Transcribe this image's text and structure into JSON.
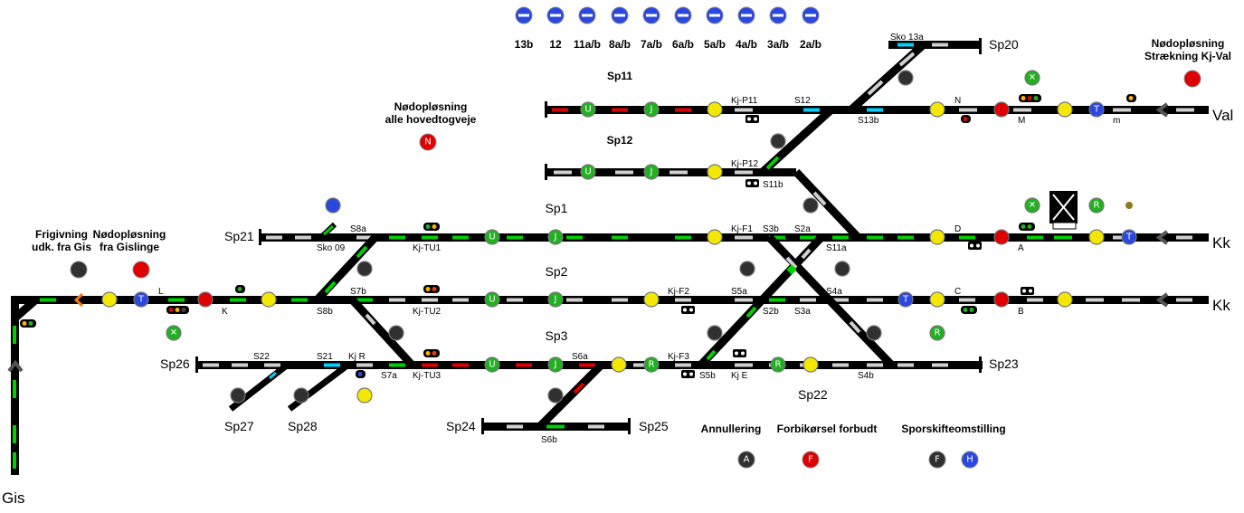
{
  "colors": {
    "track_bg": "#000000",
    "track_light": "#d0d0d0",
    "track_green": "#00d000",
    "track_red": "#e00000",
    "track_cyan": "#00d0ff",
    "sig_green": "#22b022",
    "sig_yellow": "#f5e800",
    "sig_red": "#e00000",
    "sig_blue": "#2a48e0",
    "sig_dark": "#303030"
  },
  "block_tracks": [
    "13b",
    "12",
    "11a/b",
    "8a/b",
    "7a/b",
    "6a/b",
    "5a/b",
    "4a/b",
    "3a/b",
    "2a/b"
  ],
  "headings": {
    "sp11": "Sp11",
    "sp12": "Sp12",
    "sp1": "Sp1",
    "sp2": "Sp2",
    "sp3": "Sp3"
  },
  "emergency": {
    "main_line1": "Nødopløsning",
    "main_line2": "alle hovedtogveje",
    "main_btn": "N",
    "kjval_line1": "Nødopløsning",
    "kjval_line2": "Strækning Kj-Val",
    "gis_release_line1": "Frigivning",
    "gis_release_line2": "udk. fra Gis",
    "gislinge_line1": "Nødopløsning",
    "gislinge_line2": "fra Gislinge"
  },
  "endpoints": {
    "val": "Val",
    "kk1": "Kk",
    "kk2": "Kk",
    "gis": "Gis",
    "sp20": "Sp20",
    "sp21": "Sp21",
    "sp22": "Sp22",
    "sp23": "Sp23",
    "sp24": "Sp24",
    "sp25": "Sp25",
    "sp26": "Sp26",
    "sp27": "Sp27",
    "sp28": "Sp28"
  },
  "small_labels": {
    "sko13a": "Sko 13a",
    "kjp11": "Kj-P11",
    "s12": "S12",
    "s13b": "S13b",
    "n": "N",
    "m": "M",
    "m_small": "m",
    "kjp12": "Kj-P12",
    "s11b": "S11b",
    "s8a": "S8a",
    "sko09": "Sko 09",
    "kjtu1": "Kj-TU1",
    "kjf1": "Kj-F1",
    "s3b": "S3b",
    "s2a": "S2a",
    "s11a": "S11a",
    "d": "D",
    "a": "A",
    "l": "L",
    "k": "K",
    "s7b": "S7b",
    "s8b": "S8b",
    "kjtu2": "Kj-TU2",
    "kjf2": "Kj-F2",
    "s5a": "S5a",
    "s4a": "S4a",
    "s2b": "S2b",
    "s3a": "S3a",
    "c": "C",
    "b": "B",
    "s22": "S22",
    "s21": "S21",
    "kjr": "Kj R",
    "s7a": "S7a",
    "kjtu3": "Kj-TU3",
    "s6a": "S6a",
    "kjf3": "Kj-F3",
    "s5b": "S5b",
    "kje": "Kj E",
    "s4b": "S4b",
    "s6b": "S6b"
  },
  "signal_letters": {
    "u": "U",
    "j": "J",
    "t": "T",
    "r": "R",
    "x": "✕"
  },
  "legend": {
    "cancel_label": "Annullering",
    "cancel_btn": "A",
    "bypass_label": "Forbikørsel forbudt",
    "bypass_btn": "F",
    "switch_label": "Sporskifteomstilling",
    "switch_f": "F",
    "switch_h": "H"
  }
}
